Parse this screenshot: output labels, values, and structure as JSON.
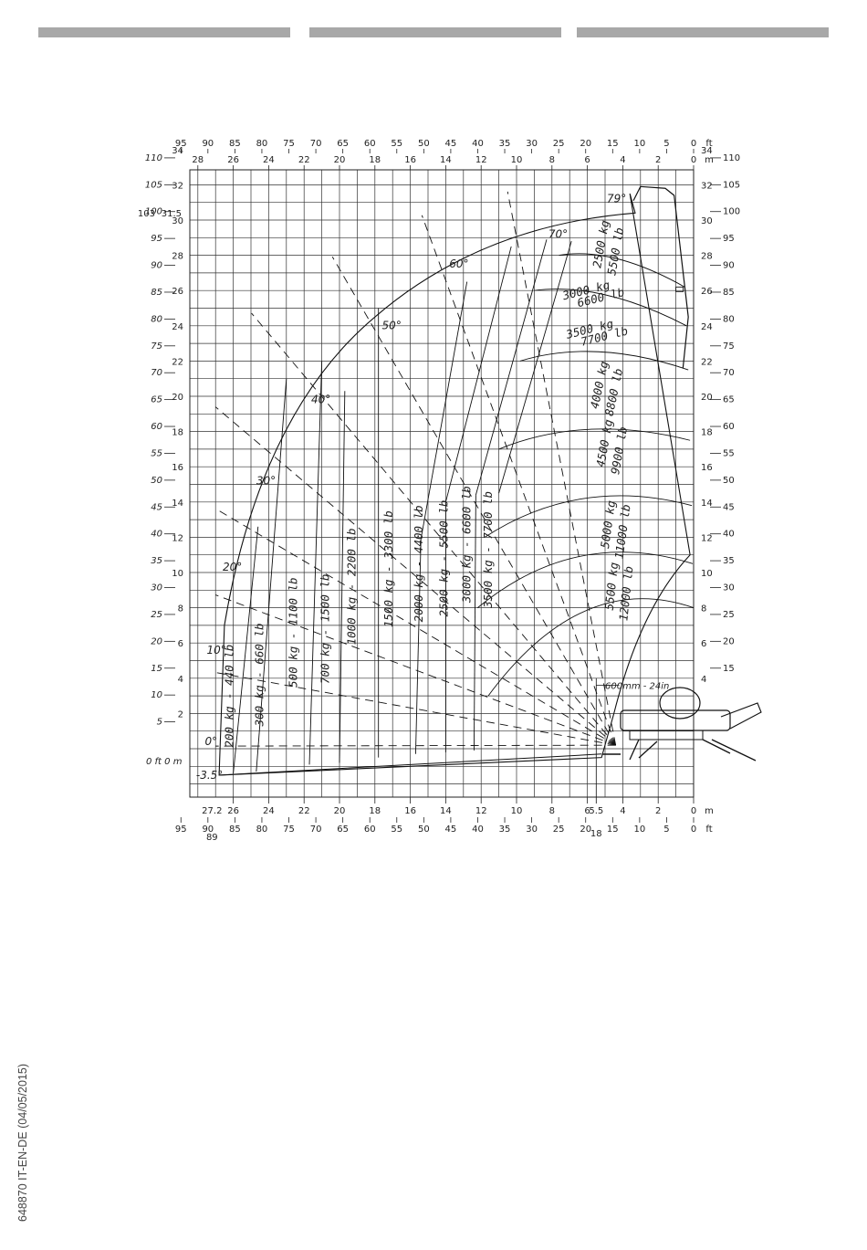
{
  "document": {
    "footer_code": "648870 IT-EN-DE (04/05/2015)"
  },
  "chart_data": {
    "type": "working-range-diagram",
    "top_axis_ft": [
      "95",
      "90",
      "85",
      "80",
      "75",
      "70",
      "65",
      "60",
      "55",
      "50",
      "45",
      "40",
      "35",
      "30",
      "25",
      "20",
      "15",
      "10",
      "5",
      "0"
    ],
    "top_axis_m": [
      "28",
      "26",
      "24",
      "22",
      "20",
      "18",
      "16",
      "14",
      "12",
      "10",
      "8",
      "6",
      "4",
      "2",
      "0"
    ],
    "top_ft_unit": "ft",
    "top_m_unit": "m",
    "bottom_axis_m": [
      "26",
      "24",
      "22",
      "20",
      "18",
      "16",
      "14",
      "12",
      "10",
      "8",
      "6",
      "4",
      "2",
      "0"
    ],
    "bottom_axis_ft": [
      "95",
      "90",
      "85",
      "80",
      "75",
      "70",
      "65",
      "60",
      "55",
      "50",
      "45",
      "40",
      "35",
      "30",
      "25",
      "20",
      "15",
      "10",
      "5",
      "0"
    ],
    "bottom_m_unit": "m",
    "bottom_ft_unit": "ft",
    "bottom_extra": {
      "m_27_2": "27.2",
      "ft_89": "89",
      "m_5_5": "5.5",
      "ft_18": "18"
    },
    "left_axis_ft": [
      "110",
      "105",
      "100",
      "95",
      "90",
      "85",
      "80",
      "75",
      "70",
      "65",
      "60",
      "55",
      "50",
      "45",
      "40",
      "35",
      "30",
      "25",
      "20",
      "15",
      "10",
      "5"
    ],
    "left_axis_m": [
      "34",
      "32",
      "30",
      "28",
      "26",
      "24",
      "22",
      "20",
      "18",
      "16",
      "14",
      "12",
      "10",
      "8",
      "6",
      "4",
      "2"
    ],
    "left_special": {
      "ft_103": "103",
      "m_31_5": "31.5",
      "origin": "0 ft 0 m"
    },
    "right_axis_m": [
      "34",
      "32",
      "30",
      "28",
      "26",
      "24",
      "22",
      "20",
      "18",
      "16",
      "14",
      "12",
      "10",
      "8",
      "6",
      "4"
    ],
    "right_axis_ft": [
      "110",
      "105",
      "100",
      "95",
      "90",
      "85",
      "80",
      "75",
      "70",
      "65",
      "60",
      "55",
      "50",
      "45",
      "40",
      "35",
      "30",
      "25",
      "20",
      "15"
    ],
    "boom_angles": [
      "79°",
      "70°",
      "60°",
      "50°",
      "40°",
      "30°",
      "20°",
      "10°",
      "0°",
      "-3.5°"
    ],
    "load_zones": [
      "200 kg - 440 lb",
      "300 kg - 660 lb",
      "500 kg - 1100 lb",
      "700 kg - 1500 lb",
      "1000 kg - 2200 lb",
      "1500 kg - 3300 lb",
      "2000 kg - 4400 lb",
      "2500 kg - 5500 lb",
      "3000 kg - 6600 lb",
      "3500 kg - 7700 lb",
      "2500 kg",
      "5500 lb",
      "3000 kg",
      "6600 lb",
      "3500 kg",
      "7700 lb",
      "4000 kg",
      "8800 lb",
      "4500 kg",
      "9900 lb",
      "5000 kg",
      "11000 lb",
      "5500 kg",
      "12000 lb"
    ],
    "dimension_note": "600mm - 24in"
  }
}
